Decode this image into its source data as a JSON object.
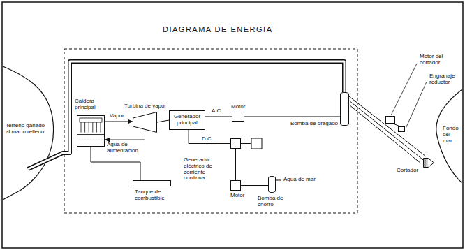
{
  "diagram": {
    "title": "DIAGRAMA DE ENERGIA",
    "nodes": [
      {
        "text": [
          "Caldera principal"
        ]
      },
      {
        "text": [
          "Turbina de vapor"
        ]
      },
      {
        "text": [
          "Generador principal"
        ]
      },
      {
        "text": [
          "Motor"
        ]
      },
      {
        "text": [
          "Bomba de dragado"
        ]
      },
      {
        "text": [
          "Generador eléctrico de corriente continua"
        ]
      },
      {
        "text": [
          "Motor"
        ]
      },
      {
        "text": [
          "Bomba de chorro"
        ]
      },
      {
        "text": [
          "Tanque de combustible"
        ]
      },
      {
        "text": [
          "Motor del cortador"
        ]
      },
      {
        "text": [
          "Engranaje reductor"
        ]
      },
      {
        "text": [
          "Cortador"
        ]
      }
    ],
    "edges": [
      {
        "from": 0,
        "to": 1,
        "arrow": "to",
        "label": "Vapor"
      },
      {
        "from": 1,
        "to": 0,
        "arrow": "to"
      },
      {
        "from": 1,
        "to": 2,
        "arrow": "none"
      },
      {
        "from": 2,
        "to": 3,
        "arrow": "none",
        "label": "A.C."
      },
      {
        "from": 3,
        "to": 4,
        "arrow": "none"
      },
      {
        "from": 2,
        "to": 5,
        "arrow": "none",
        "label": "D.C."
      },
      {
        "from": 5,
        "to": 6,
        "arrow": "none"
      },
      {
        "from": 6,
        "to": 7,
        "arrow": "none"
      },
      {
        "from": 8,
        "to": 0,
        "arrow": "none"
      },
      {
        "from": 9,
        "to": 10,
        "arrow": "none"
      },
      {
        "from": 4,
        "to": 11,
        "arrow": "none"
      }
    ],
    "labels": [
      "Agua de alimentación",
      "Agua de mar",
      "Terreno ganado al mar o relleno",
      "Fondo del mar"
    ]
  }
}
